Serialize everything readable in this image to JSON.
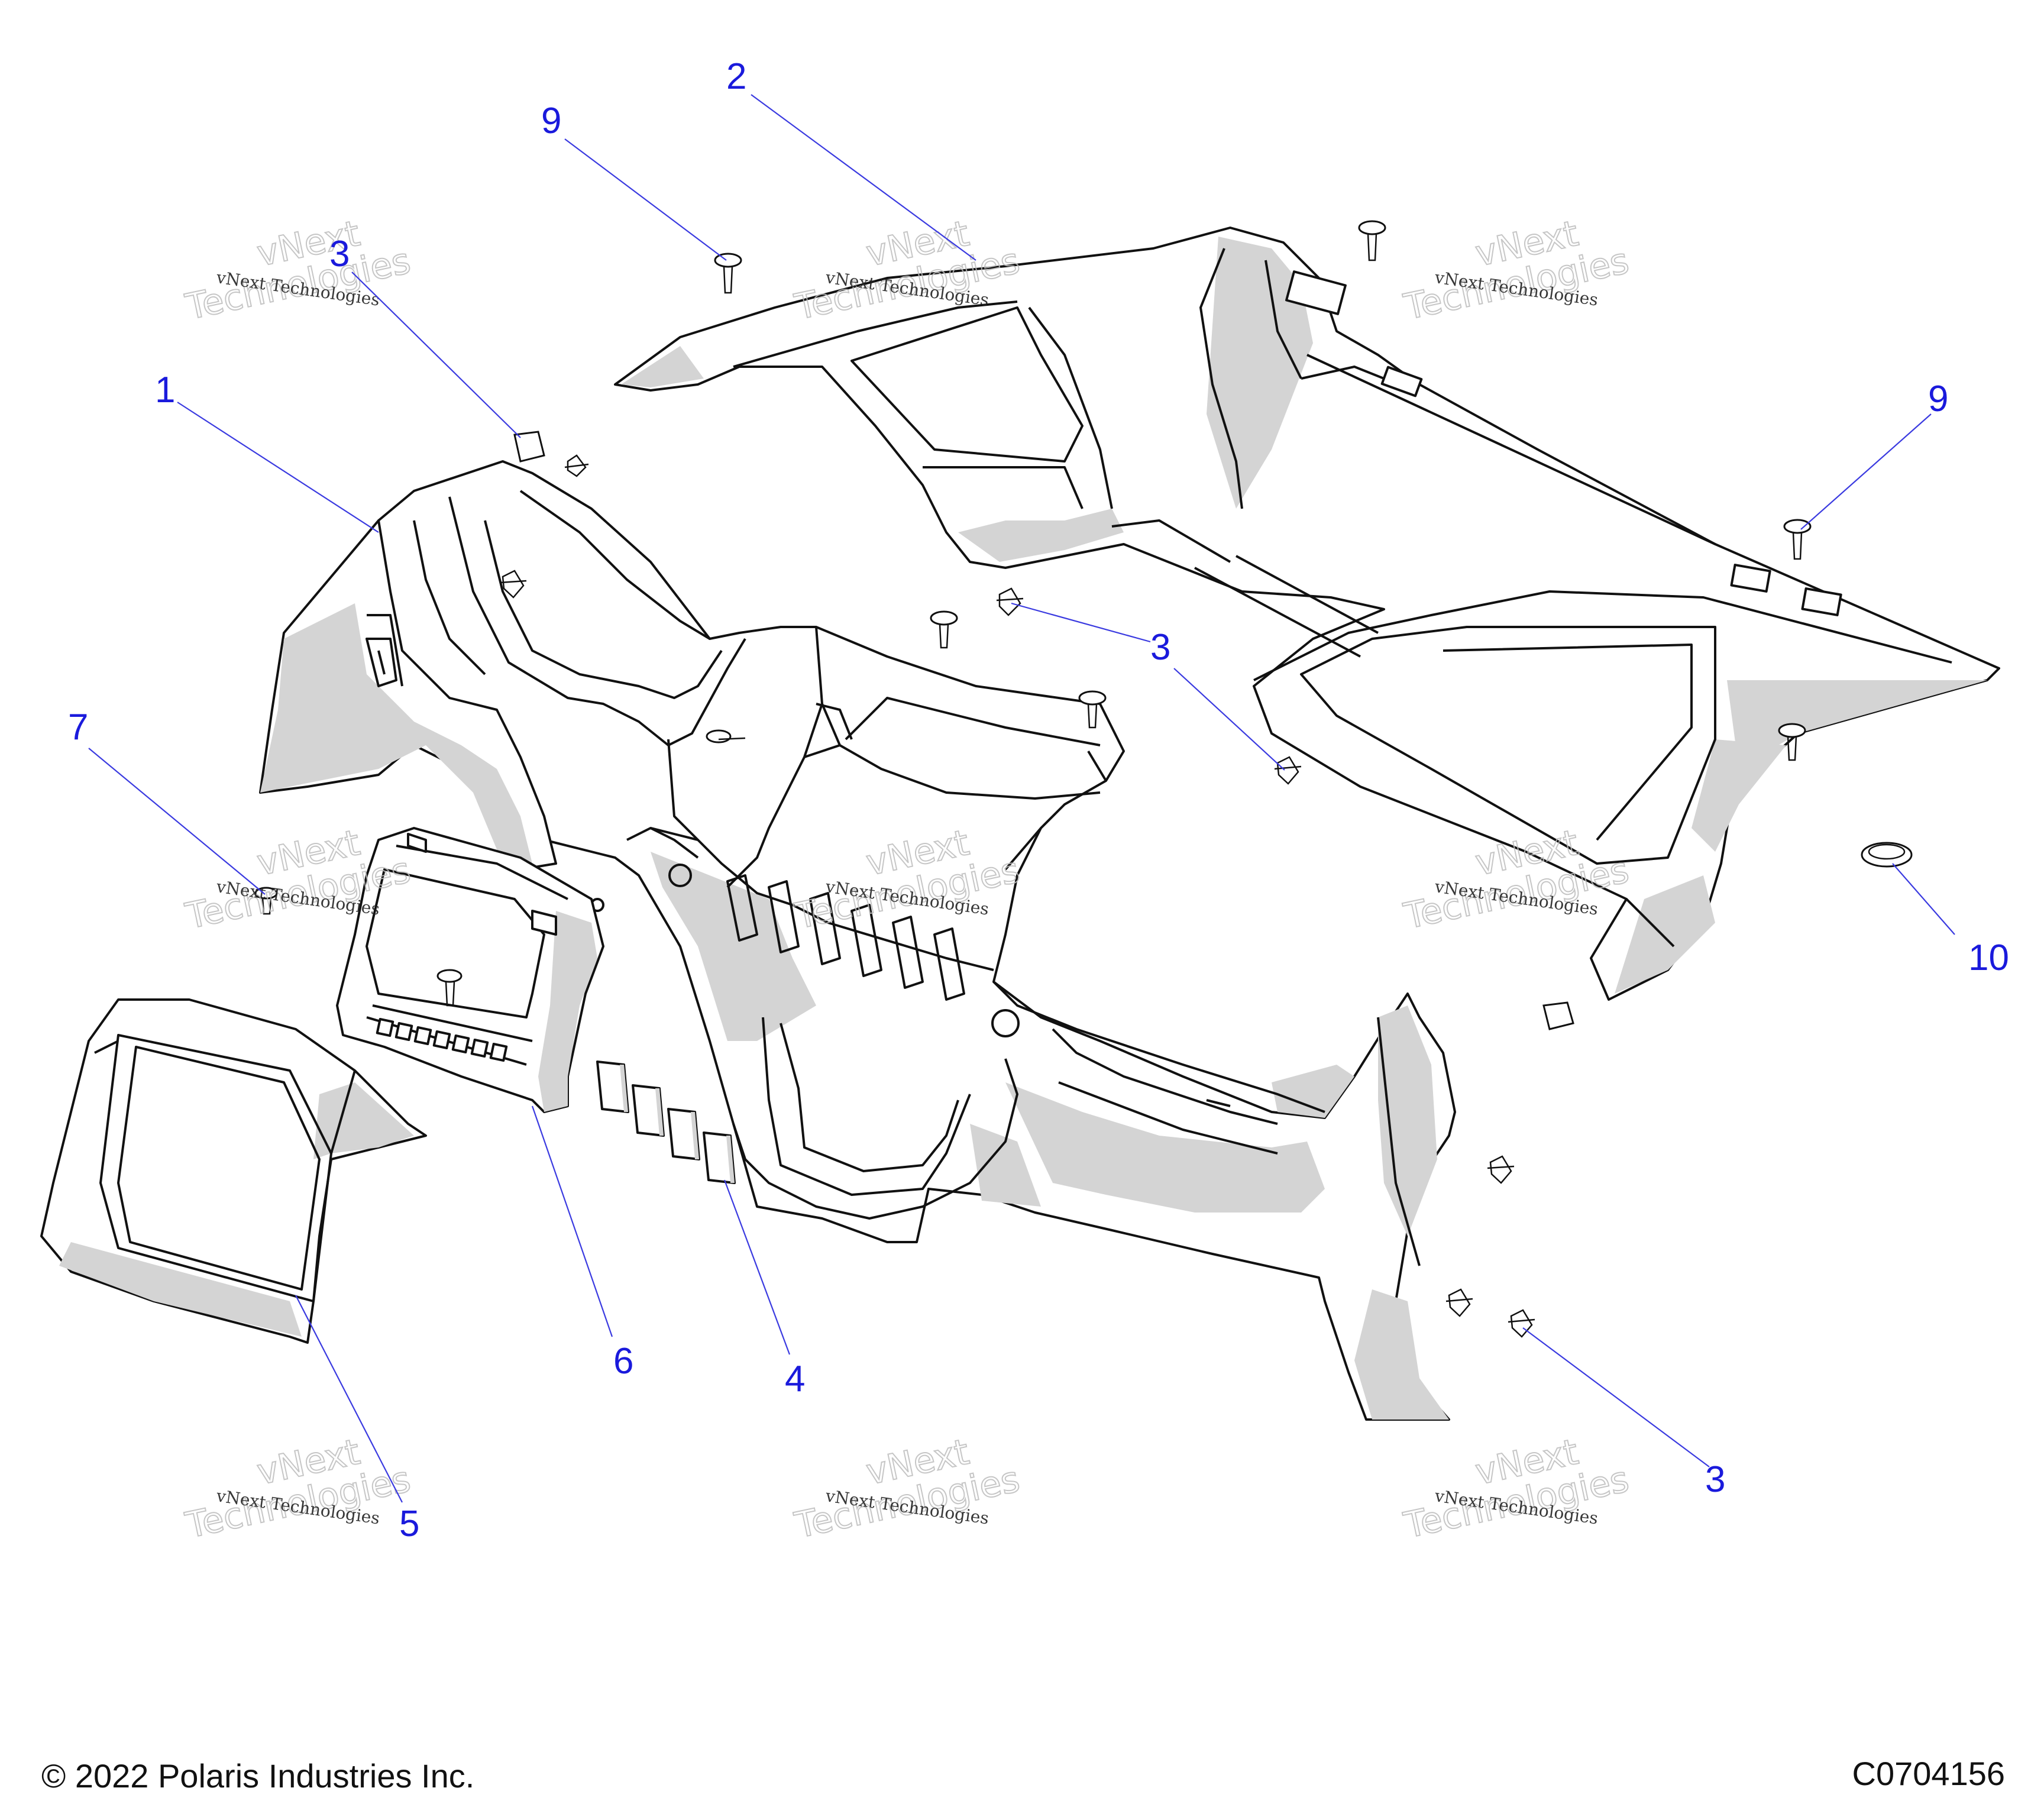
{
  "callouts": [
    {
      "label": "1",
      "part": "dashboard-main"
    },
    {
      "label": "2",
      "part": "upper-dash-panel"
    },
    {
      "label": "3",
      "part": "clip-top-left"
    },
    {
      "label": "3",
      "part": "clip-center"
    },
    {
      "label": "3",
      "part": "clip-lower-right"
    },
    {
      "label": "4",
      "part": "switch-blanks"
    },
    {
      "label": "5",
      "part": "display-bezel"
    },
    {
      "label": "6",
      "part": "display-housing"
    },
    {
      "label": "7",
      "part": "push-rivet"
    },
    {
      "label": "9",
      "part": "screw-top-left"
    },
    {
      "label": "9",
      "part": "screw-right"
    },
    {
      "label": "10",
      "part": "grommet"
    }
  ],
  "watermark": {
    "line1": "vNext Technologies",
    "line2": "vNext",
    "line3": "Technologies"
  },
  "footer": {
    "copyright": "© 2022 Polaris Industries Inc.",
    "figure_code": "C0704156"
  },
  "colors": {
    "callout_text": "#1a1adc",
    "leader_line": "#3a3ae0",
    "outline": "#111111",
    "shading": "#d4d4d4"
  }
}
